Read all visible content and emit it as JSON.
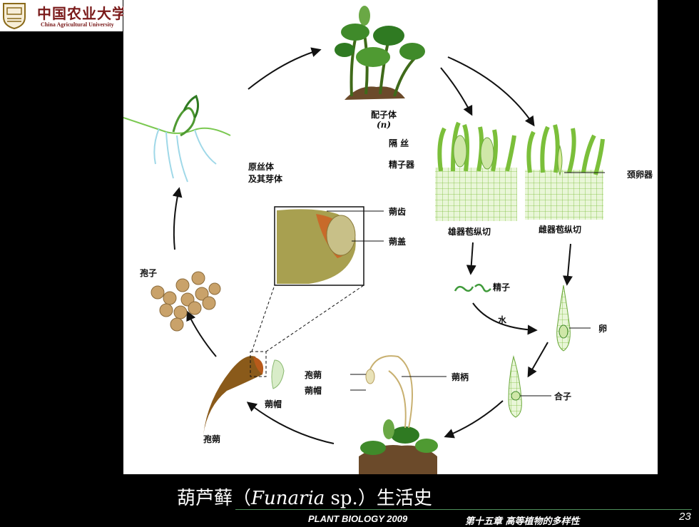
{
  "header": {
    "university_cn": "中国农业大学",
    "university_en": "China Agricultural University"
  },
  "diagram": {
    "gametophyte": "配子体",
    "gametophyte_ploidy": "(n)",
    "paraphysis": "隔 丝",
    "antheridium": "精子器",
    "archegonium": "颈卵器",
    "male_section": "雄器苞纵切",
    "female_section": "雌器苞纵切",
    "sperm": "精子",
    "water": "水",
    "egg": "卵",
    "zygote": "合子",
    "capsule_stalk": "蒴柄",
    "capsule": "孢蒴",
    "calyptra": "蒴帽",
    "calyptra_2": "蒴帽",
    "capsule_2": "孢蒴",
    "peristome": "蒴齿",
    "operculum": "蒴盖",
    "spores": "孢子",
    "protonema_1": "原丝体",
    "protonema_2": "及其芽体"
  },
  "caption": {
    "prefix": "葫芦藓（",
    "genus": "Funaria",
    "species": " sp.",
    "suffix": "）生活史"
  },
  "footer": {
    "course": "PLANT BIOLOGY 2009",
    "chapter": "第十五章 高等植物的多样性",
    "page": "23"
  },
  "colors": {
    "background": "#000000",
    "panel": "#ffffff",
    "moss_green": "#3f8a2a",
    "tissue_green": "#8ccf3a",
    "capsule_brown": "#8a5a1a",
    "spore_tan": "#c9a26a",
    "rule_green": "#4e8f5a"
  }
}
